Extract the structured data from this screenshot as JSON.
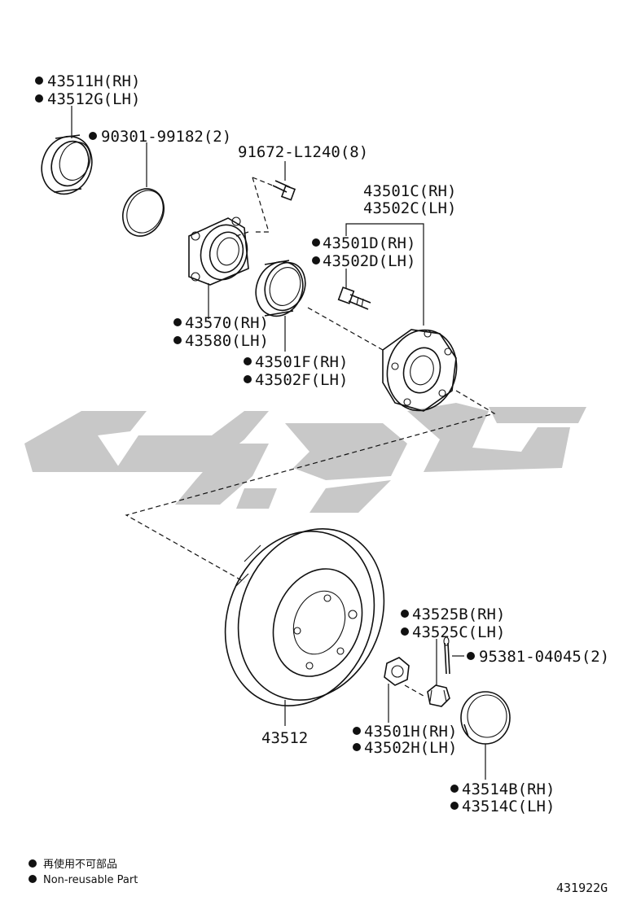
{
  "labels": {
    "p43511H": "43511H(RH)",
    "p43512G": "43512G(LH)",
    "p90301": "90301-99182(2)",
    "p91672": "91672-L1240(8)",
    "p43501C": "43501C(RH)",
    "p43502C": "43502C(LH)",
    "p43501D": "43501D(RH)",
    "p43502D": "43502D(LH)",
    "p43570": "43570(RH)",
    "p43580": "43580(LH)",
    "p43501F": "43501F(RH)",
    "p43502F": "43502F(LH)",
    "p43525B": "43525B(RH)",
    "p43525C": "43525C(LH)",
    "p95381": "95381-04045(2)",
    "p43512": "43512",
    "p43501H": "43501H(RH)",
    "p43502H": "43502H(LH)",
    "p43514B": "43514B(RH)",
    "p43514C": "43514C(LH)"
  },
  "legend": {
    "line1": "再使用不可部品",
    "line2": "Non-reusable Part"
  },
  "diagram_code": "431922G",
  "colors": {
    "ink": "#111111",
    "watermark": "#c8c8c8",
    "background": "#ffffff"
  }
}
